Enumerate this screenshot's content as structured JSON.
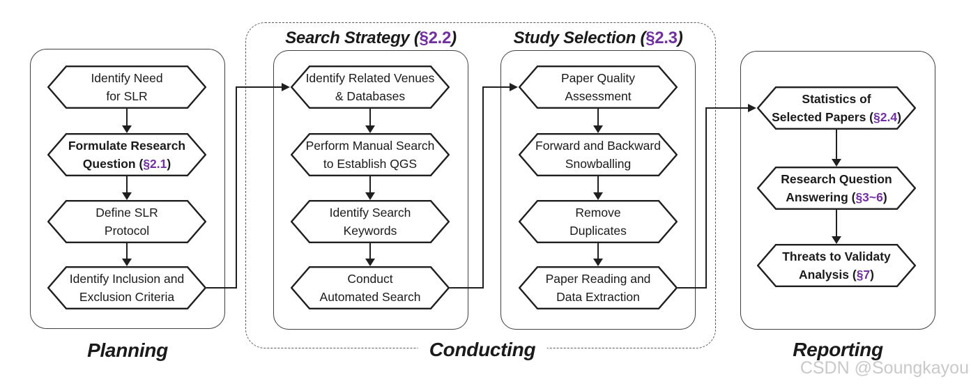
{
  "colors": {
    "purple": "#7030a0",
    "node_border": "#1f1f1f",
    "box_border": "#3f3f3f",
    "dash_border": "#595959",
    "text": "#1a1a1a",
    "watermark": "#c9c9c9"
  },
  "watermark": "CSDN @Soungkayou",
  "planning": {
    "label": "Planning",
    "nodes": [
      {
        "l1": "Identify Need",
        "l2": "for SLR"
      },
      {
        "l1": "Formulate Research",
        "l2pre": "Question (",
        "ref": "§2.1",
        "l2post": ")"
      },
      {
        "l1": "Define SLR",
        "l2": "Protocol"
      },
      {
        "l1": "Identify Inclusion and",
        "l2": "Exclusion Criteria"
      }
    ]
  },
  "conducting": {
    "label": "Conducting",
    "search_strategy": {
      "title_pre": "Search Strategy (",
      "title_ref": "§2.2",
      "title_post": ")",
      "nodes": [
        {
          "l1": "Identify Related Venues",
          "l2": "& Databases"
        },
        {
          "l1": "Perform Manual Search",
          "l2": "to Establish QGS"
        },
        {
          "l1": "Identify Search",
          "l2": "Keywords"
        },
        {
          "l1": "Conduct",
          "l2": "Automated Search"
        }
      ]
    },
    "study_selection": {
      "title_pre": "Study Selection (",
      "title_ref": "§2.3",
      "title_post": ")",
      "nodes": [
        {
          "l1": "Paper Quality",
          "l2": "Assessment"
        },
        {
          "l1": "Forward and Backward",
          "l2": "Snowballing"
        },
        {
          "l1": "Remove",
          "l2": "Duplicates"
        },
        {
          "l1": "Paper Reading and",
          "l2": "Data Extraction"
        }
      ]
    }
  },
  "reporting": {
    "label": "Reporting",
    "nodes": [
      {
        "l1": "Statistics of",
        "l2pre": "Selected Papers (",
        "ref": "§2.4",
        "l2post": ")"
      },
      {
        "l1": "Research Question",
        "l2pre": "Answering (",
        "ref": "§3~6",
        "l2post": ")"
      },
      {
        "l1": "Threats to Validaty",
        "l2pre": "Analysis (",
        "ref": "§7",
        "l2post": ")"
      }
    ]
  }
}
